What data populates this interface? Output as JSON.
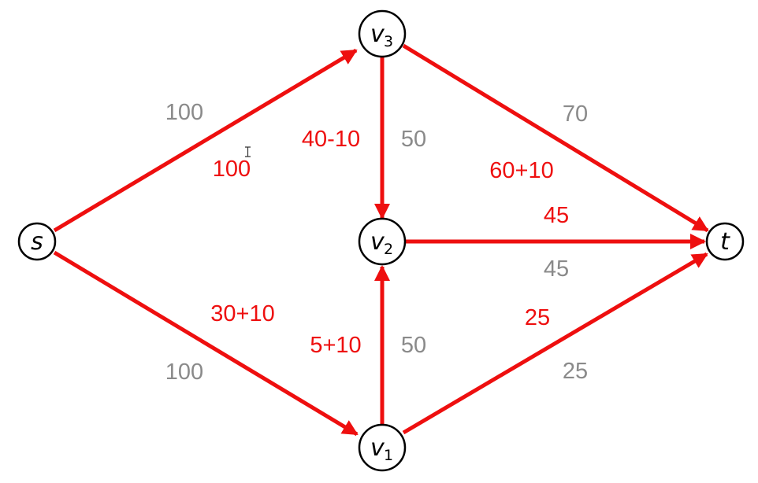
{
  "colors": {
    "edge": "#ee0f0f",
    "capacity_text": "#8a8a8a",
    "node_stroke": "#000000"
  },
  "nodes": {
    "s": {
      "label": "s",
      "sub": ""
    },
    "v1": {
      "label": "v",
      "sub": "1"
    },
    "v2": {
      "label": "v",
      "sub": "2"
    },
    "v3": {
      "label": "v",
      "sub": "3"
    },
    "t": {
      "label": "t",
      "sub": ""
    }
  },
  "edges": {
    "s_v3": {
      "from": "s",
      "to": "v3",
      "capacity": "100",
      "flow": "100"
    },
    "s_v1": {
      "from": "s",
      "to": "v1",
      "capacity": "100",
      "flow": "30+10"
    },
    "v3_v2": {
      "from": "v3",
      "to": "v2",
      "capacity": "50",
      "flow": "40-10"
    },
    "v1_v2": {
      "from": "v1",
      "to": "v2",
      "capacity": "50",
      "flow": "5+10"
    },
    "v3_t": {
      "from": "v3",
      "to": "t",
      "capacity": "70",
      "flow": "60+10"
    },
    "v2_t": {
      "from": "v2",
      "to": "t",
      "capacity": "45",
      "flow": "45"
    },
    "v1_t": {
      "from": "v1",
      "to": "t",
      "capacity": "25",
      "flow": "25"
    }
  }
}
